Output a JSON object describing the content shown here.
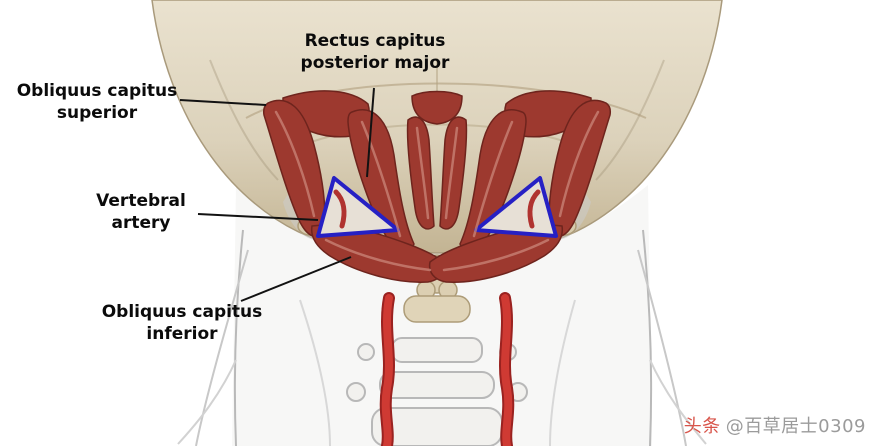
{
  "labels": {
    "rectus_major": "Rectus capitus posterior major",
    "obliquus_superior": "Obliquus capitus superior",
    "vertebral_artery": "Vertebral artery",
    "obliquus_inferior": "Obliquus capitus inferior"
  },
  "watermark": {
    "brand": "头条",
    "handle": "@百草居士0309"
  },
  "colors": {
    "muscle_red": "#9d392f",
    "muscle_edge": "#6e241d",
    "muscle_highlight": "#cb8579",
    "artery_red": "#cf3a33",
    "bone_light": "#eae2cf",
    "bone_dark": "#c3b493",
    "triangle_outline": "#2620c4",
    "line_art_gray": "#bdbdbd",
    "label_black": "#0b0b0b"
  }
}
